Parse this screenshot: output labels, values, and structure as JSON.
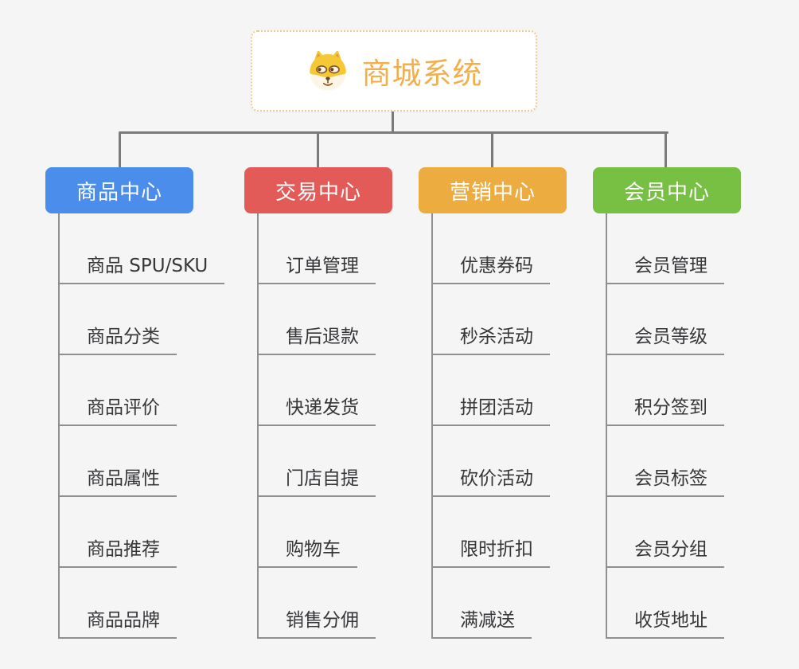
{
  "root": {
    "title": "商城系统",
    "icon": "dog-face-icon"
  },
  "colors": {
    "background": "#f5f5f5",
    "connector": "#7b7b7b",
    "leaf_line": "#8f8f8f",
    "leaf_text": "#37373a",
    "root_text": "#f2af4b",
    "root_border": "#f3c88a"
  },
  "branches": [
    {
      "label": "商品中心",
      "color": "#4b8dea",
      "children": [
        "商品 SPU/SKU",
        "商品分类",
        "商品评价",
        "商品属性",
        "商品推荐",
        "商品品牌"
      ]
    },
    {
      "label": "交易中心",
      "color": "#e25b58",
      "children": [
        "订单管理",
        "售后退款",
        "快递发货",
        "门店自提",
        "购物车",
        "销售分佣"
      ]
    },
    {
      "label": "营销中心",
      "color": "#edac40",
      "children": [
        "优惠券码",
        "秒杀活动",
        "拼团活动",
        "砍价活动",
        "限时折扣",
        "满减送"
      ]
    },
    {
      "label": "会员中心",
      "color": "#77c043",
      "children": [
        "会员管理",
        "会员等级",
        "积分签到",
        "会员标签",
        "会员分组",
        "收货地址"
      ]
    }
  ]
}
